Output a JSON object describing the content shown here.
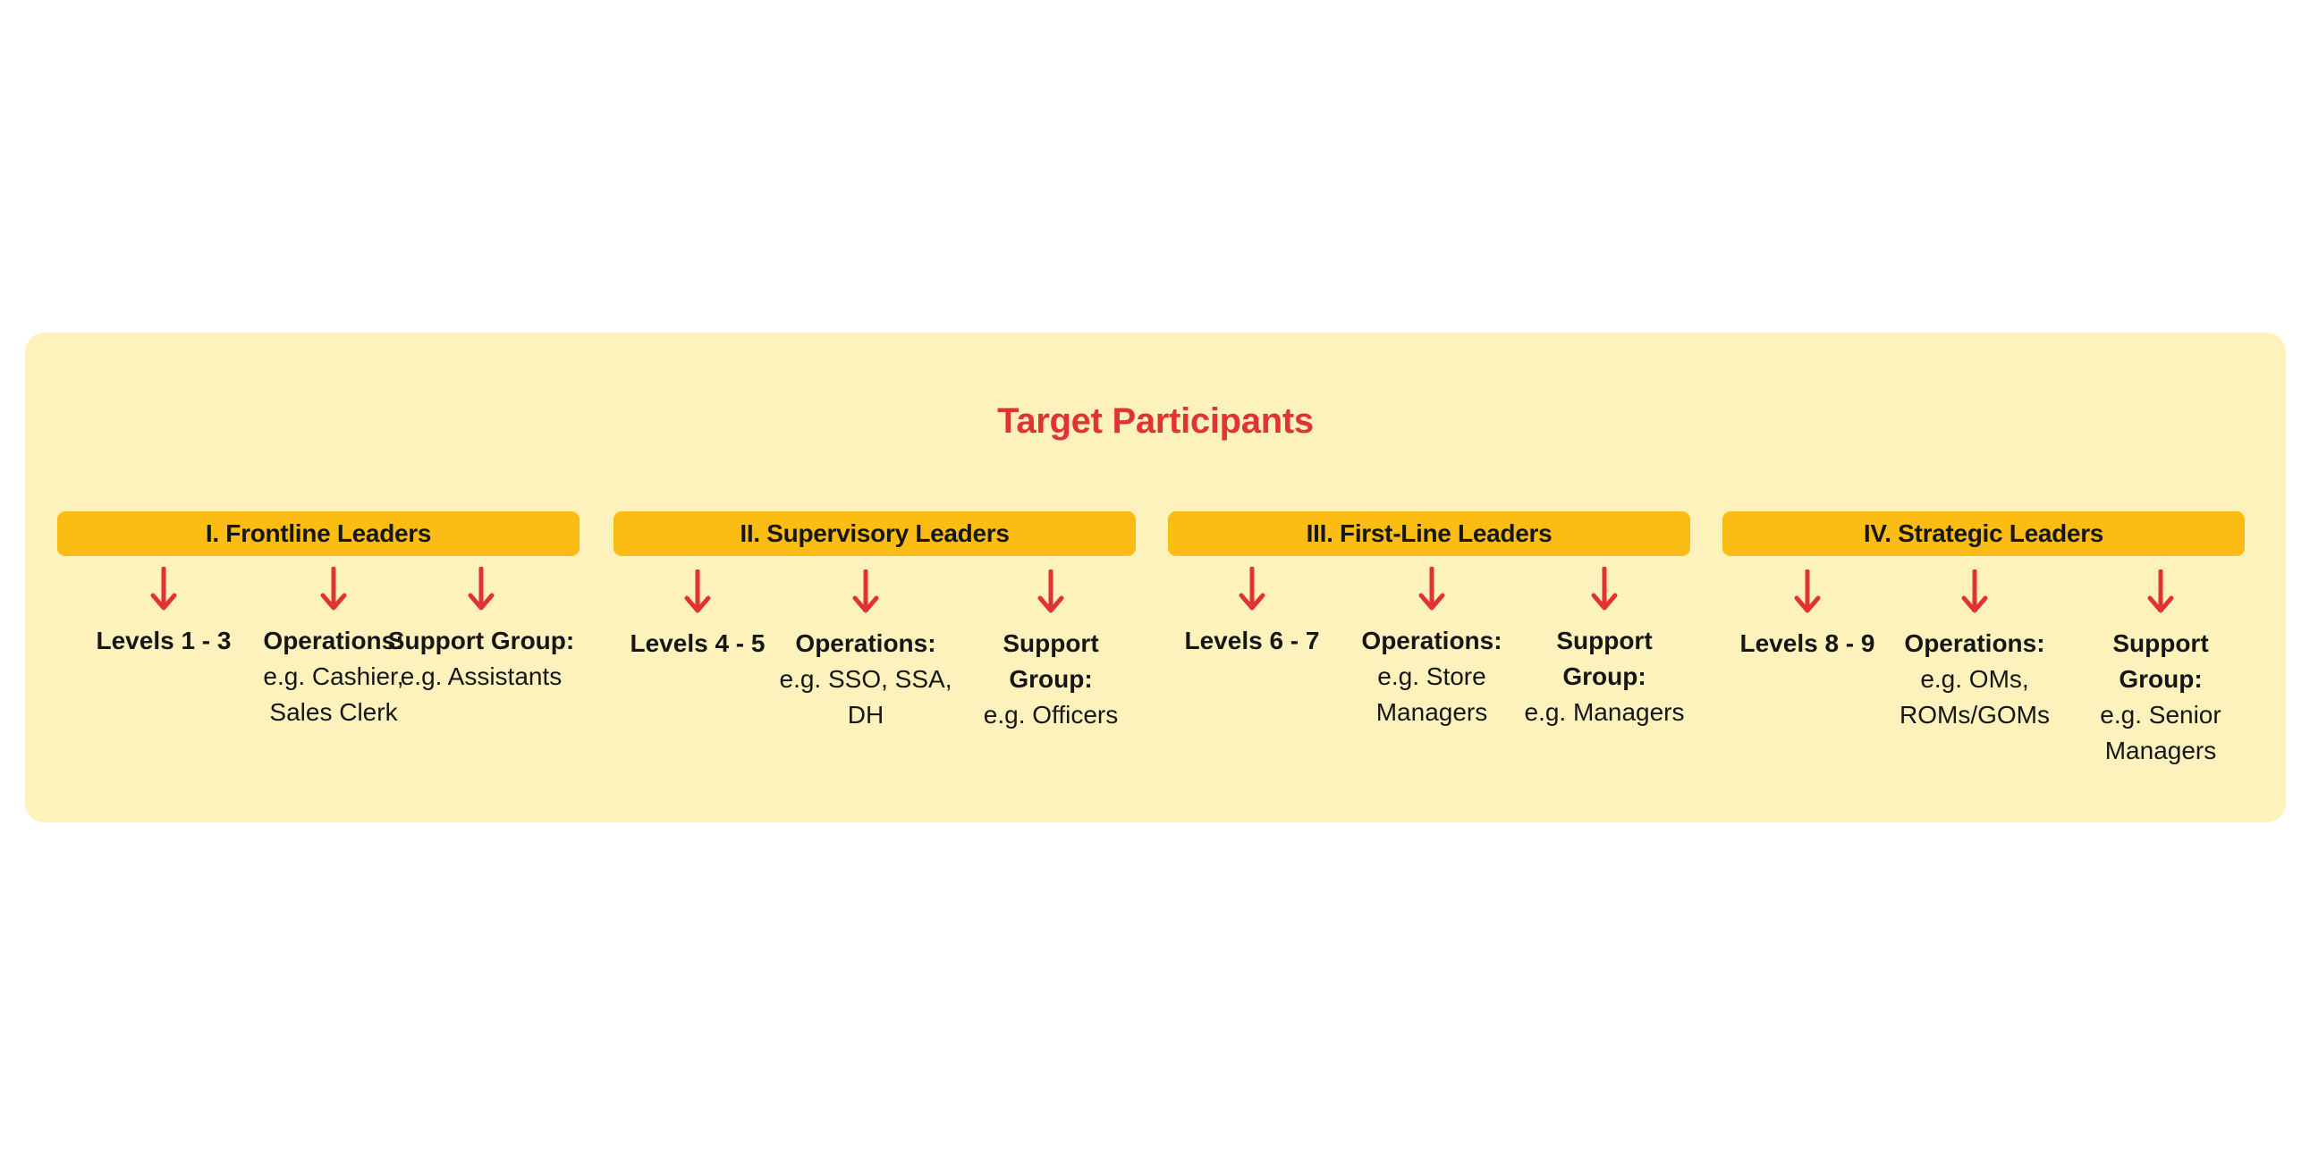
{
  "title": "Target Participants",
  "colors": {
    "background": "#ffffff",
    "panel": "#fdf2bb",
    "header": "#fbbc14",
    "title": "#e03333",
    "arrow": "#e03333",
    "text": "#161616"
  },
  "icons": {
    "arrow": "arrow-down-icon"
  },
  "groups": [
    {
      "header": "I. Frontline Leaders",
      "items": [
        {
          "strong": "Levels 1 - 3",
          "plain": ""
        },
        {
          "strong": "Operations:",
          "plain": "e.g. Cashier, Sales Clerk"
        },
        {
          "strong": "Support Group:",
          "plain": "e.g. Assistants"
        }
      ]
    },
    {
      "header": "II. Supervisory Leaders",
      "items": [
        {
          "strong": "Levels 4 - 5",
          "plain": ""
        },
        {
          "strong": "Operations:",
          "plain": "e.g. SSO, SSA, DH"
        },
        {
          "strong": "Support Group:",
          "plain": "e.g. Officers"
        }
      ]
    },
    {
      "header": "III. First-Line Leaders",
      "items": [
        {
          "strong": "Levels 6 - 7",
          "plain": ""
        },
        {
          "strong": "Operations:",
          "plain": "e.g. Store Managers"
        },
        {
          "strong": "Support Group:",
          "plain": "e.g. Managers"
        }
      ]
    },
    {
      "header": "IV. Strategic Leaders",
      "items": [
        {
          "strong": "Levels 8 - 9",
          "plain": ""
        },
        {
          "strong": "Operations:",
          "plain": "e.g. OMs, ROMs/GOMs"
        },
        {
          "strong": "Support Group:",
          "plain": "e.g. Senior Managers"
        }
      ]
    }
  ]
}
